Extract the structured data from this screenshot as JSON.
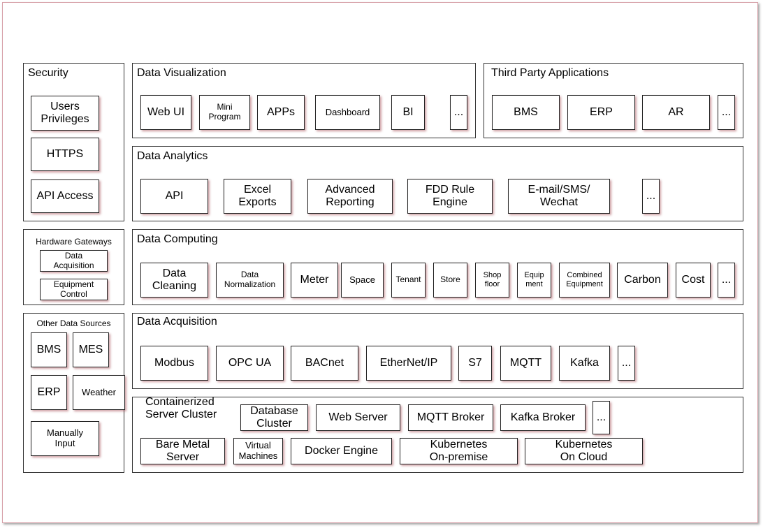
{
  "security": {
    "title": "Security",
    "items": [
      "Users\nPrivileges",
      "HTTPS",
      "API Access"
    ]
  },
  "hardware_gateways": {
    "title": "Hardware Gateways",
    "items": [
      "Data\nAcquisition",
      "Equipment\nControl"
    ]
  },
  "other_data_sources": {
    "title": "Other Data Sources",
    "items": [
      "BMS",
      "MES",
      "ERP",
      "Weather",
      "Manually\nInput"
    ]
  },
  "data_visualization": {
    "title": "Data Visualization",
    "items": [
      "Web UI",
      "Mini\nProgram",
      "APPs",
      "Dashboard",
      "BI",
      "..."
    ]
  },
  "third_party": {
    "title": "Third Party Applications",
    "items": [
      "BMS",
      "ERP",
      "AR",
      "..."
    ]
  },
  "data_analytics": {
    "title": "Data Analytics",
    "items": [
      "API",
      "Excel\nExports",
      "Advanced\nReporting",
      "FDD Rule\nEngine",
      "E-mail/SMS/\nWechat",
      "..."
    ]
  },
  "data_computing": {
    "title": "Data Computing",
    "items": [
      "Data\nCleaning",
      "Data\nNormalization",
      "Meter",
      "Space",
      "Tenant",
      "Store",
      "Shop\nfloor",
      "Equip\nment",
      "Combined\nEquipment",
      "Carbon",
      "Cost",
      "..."
    ]
  },
  "data_acquisition": {
    "title": "Data Acquisition",
    "items": [
      "Modbus",
      "OPC UA",
      "BACnet",
      "EtherNet/IP",
      "S7",
      "MQTT",
      "Kafka",
      "..."
    ]
  },
  "server_cluster": {
    "title": "Containerized\nServer Cluster",
    "items": [
      "Database\nCluster",
      "Web Server",
      "MQTT Broker",
      "Kafka  Broker",
      "...",
      "Bare Metal\nServer",
      "Virtual\nMachines",
      "Docker Engine",
      "Kubernetes\nOn-premise",
      "Kubernetes\nOn Cloud"
    ]
  }
}
